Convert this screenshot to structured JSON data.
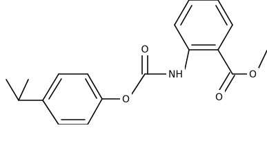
{
  "molecule": {
    "atom_labels": {
      "carbonyl_oxygen": "O",
      "amide_nitrogen": "NH",
      "ether_oxygen": "O",
      "ester_carbonyl_oxygen": "O",
      "ester_methoxy_oxygen": "O"
    },
    "style": {
      "bond_color": "#000000",
      "background": "#ffffff"
    }
  }
}
